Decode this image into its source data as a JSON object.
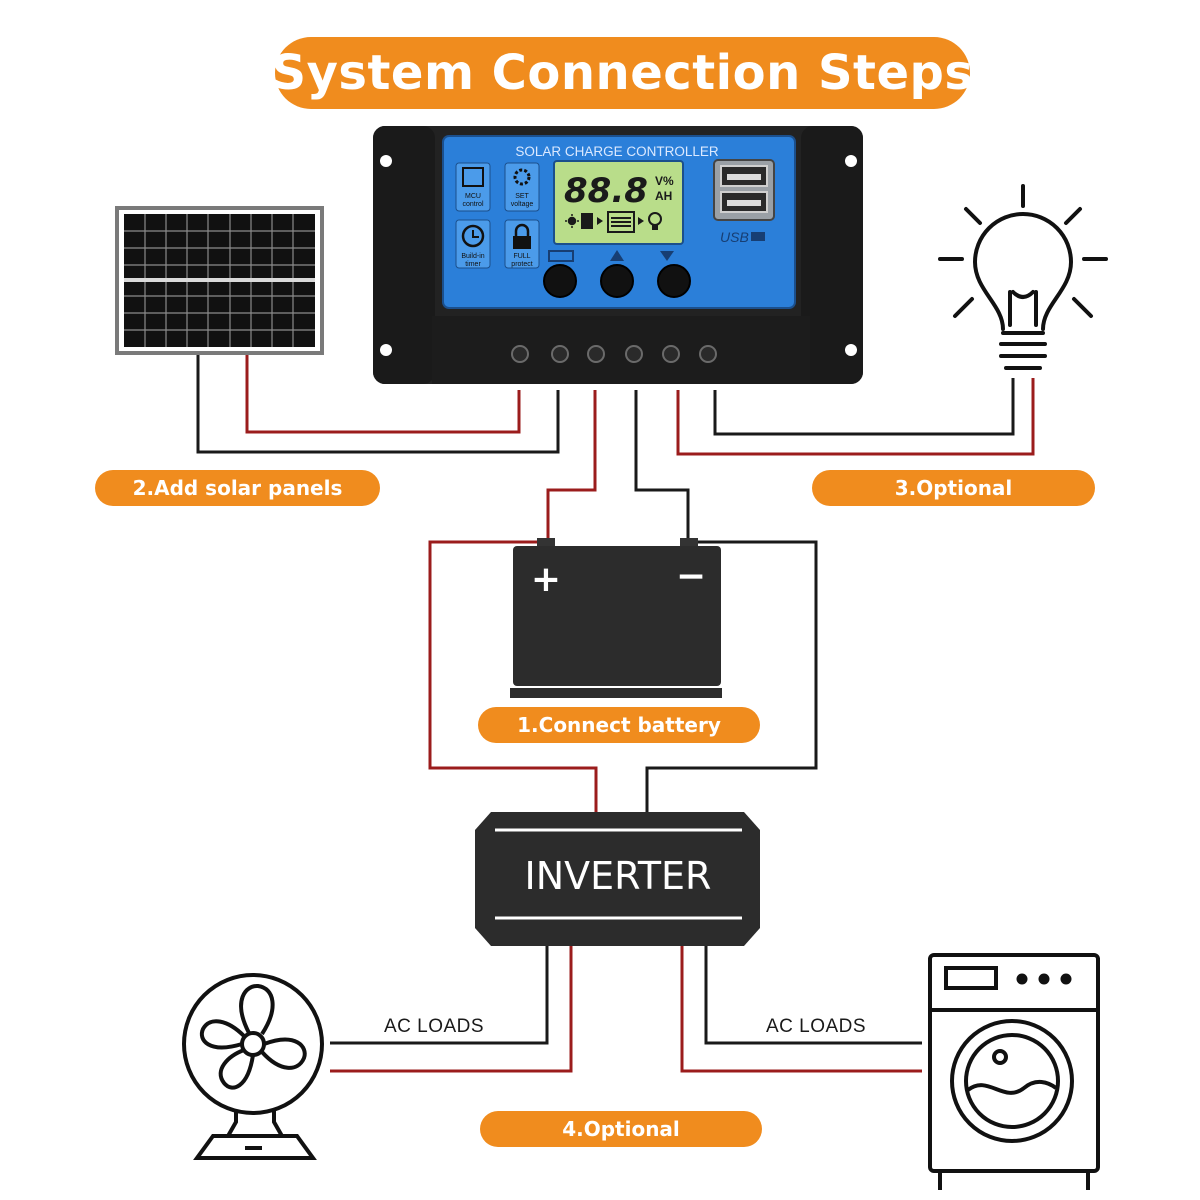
{
  "title": "System Connection Steps",
  "steps": {
    "add_solar_panels": "2.Add solar panels",
    "optional_dc_load": "3.Optional",
    "connect_battery": "1.Connect battery",
    "optional_ac_loads": "4.Optional"
  },
  "controller": {
    "panel_title": "SOLAR CHARGE CONTROLLER",
    "lcd_digits": "88.8",
    "lcd_unit_top": "V%",
    "lcd_unit_bottom": "AH",
    "usb_label": "USB",
    "features": {
      "mcu_line1": "MCU",
      "mcu_line2": "control",
      "set_line1": "SET",
      "set_line2": "voltage",
      "timer_line1": "Build-in",
      "timer_line2": "timer",
      "protect_line1": "FULL",
      "protect_line2": "protect"
    }
  },
  "battery": {
    "positive_symbol": "+",
    "negative_symbol": "−"
  },
  "inverter": {
    "label": "INVERTER"
  },
  "ac_loads": {
    "left_label": "AC LOADS",
    "right_label": "AC LOADS"
  },
  "colors": {
    "accent_orange": "#f08c1e",
    "wire_red": "#9b1c1c",
    "wire_black": "#1a1a1a",
    "controller_blue": "#2b7fd9",
    "lcd_green": "#b9dd8a",
    "device_body": "#2a2a2a"
  },
  "icons": {
    "panel": "solar-panel-icon",
    "lamp": "light-bulb-icon",
    "battery": "battery-icon",
    "fan": "fan-icon",
    "washer": "washing-machine-icon"
  }
}
